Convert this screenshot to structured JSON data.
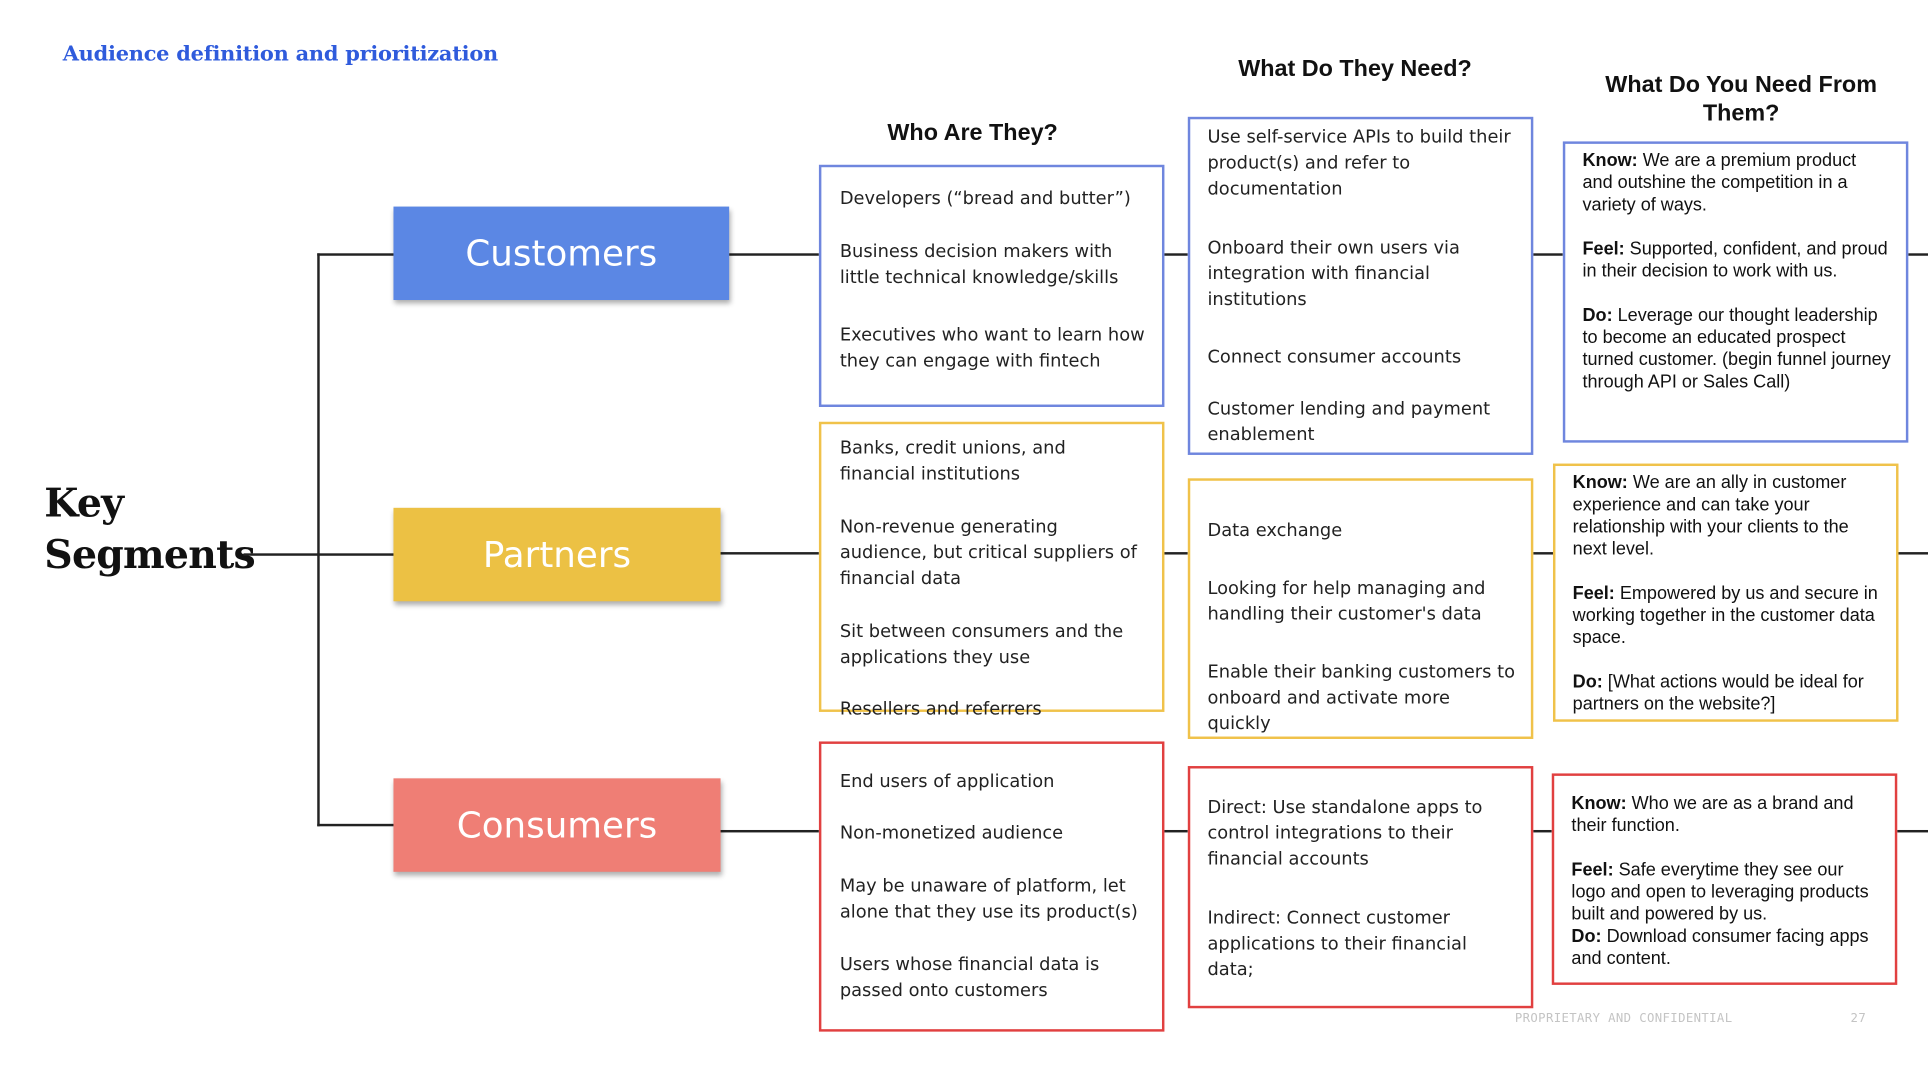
{
  "kicker": "Audience definition and prioritization",
  "title": [
    "Key",
    "Segments"
  ],
  "headers": {
    "who": "Who Are They?",
    "need": "What Do They Need?",
    "from_them": [
      "What Do You Need From",
      "Them?"
    ]
  },
  "colors": {
    "customers": "#5b87e4",
    "partners": "#ecc144",
    "consumers": "#ef7e75",
    "customers_border": "#6f86de",
    "partners_border": "#f0c24a",
    "consumers_border": "#e14040",
    "kicker": "#2f5bdc"
  },
  "segments": [
    {
      "label": "Customers",
      "who": [
        "Developers (“bread and butter”)",
        "Business decision makers with little technical knowledge/skills",
        "Executives who want to learn how they can engage with fintech"
      ],
      "need": [
        "Use  self-service APIs to build their product(s) and refer to documentation",
        "Onboard their own users via integration with financial institutions",
        "Connect consumer accounts",
        "Customer lending and payment enablement"
      ],
      "kfd": [
        {
          "label": "Know:",
          "text": "We are a premium product and outshine the competition in a variety of ways."
        },
        {
          "label": "Feel:",
          "text": "Supported, confident, and proud in their decision to work with us."
        },
        {
          "label": "Do:",
          "text": "Leverage our thought leadership to become an educated prospect turned customer. (begin funnel journey through API or Sales Call)"
        }
      ]
    },
    {
      "label": "Partners",
      "who": [
        "Banks, credit unions, and financial institutions",
        "Non-revenue generating audience, but critical suppliers of financial data",
        "Sit between consumers and the applications they use",
        "Resellers and referrers"
      ],
      "need": [
        "Data exchange",
        "Looking for help managing and handling their customer's data",
        "Enable their banking customers to onboard and activate more quickly"
      ],
      "kfd": [
        {
          "label": "Know:",
          "text": "We are an ally in customer experience and can take your relationship with your clients to the next level."
        },
        {
          "label": "Feel:",
          "text": "Empowered by us and secure in working together in the customer data space."
        },
        {
          "label": "Do:",
          "text": "[What actions would be ideal for partners on the website?]"
        }
      ]
    },
    {
      "label": "Consumers",
      "who": [
        "End users of application",
        "Non-monetized audience",
        "May be unaware of platform, let alone that they use its product(s)",
        "Users whose financial data is passed onto customers"
      ],
      "need": [
        "Direct: Use  standalone apps to control integrations to their financial accounts",
        "Indirect:  Connect customer applications to their financial data;"
      ],
      "kfd": [
        {
          "label": "Know:",
          "text": "Who we are  as a brand and their function."
        },
        {
          "label": "Feel:",
          "text": "Safe everytime they see our logo and open to leveraging products built and powered by us."
        },
        {
          "label": "Do:",
          "text": "Download consumer facing apps and content."
        }
      ]
    }
  ],
  "footer": {
    "confidential": "PROPRIETARY AND CONFIDENTIAL",
    "page": "27"
  }
}
